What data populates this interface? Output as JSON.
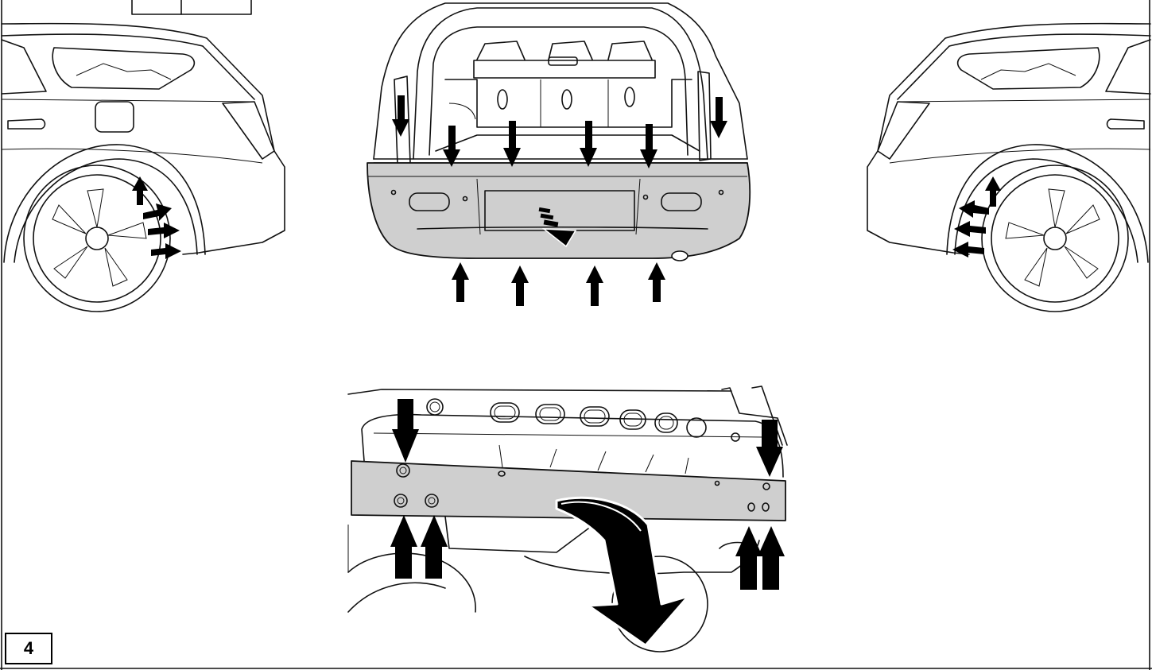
{
  "figure": {
    "step_number": "4",
    "colors": {
      "line": "#111111",
      "panel": "#cfcfcf",
      "arrow": "#000000",
      "background": "#ffffff"
    },
    "views": [
      "left-rear-quarter-view",
      "rear-view-liftgate-open",
      "right-rear-quarter-view",
      "underside-reinforcement-detail"
    ]
  }
}
